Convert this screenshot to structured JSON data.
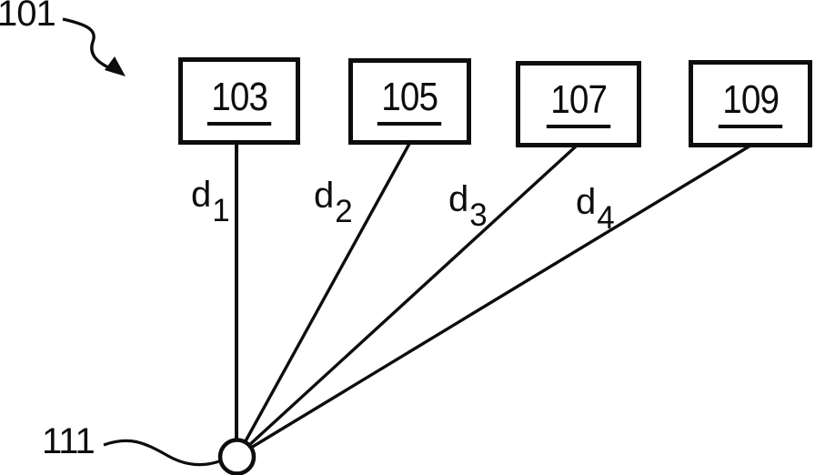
{
  "figure": {
    "background_color": "#ffffff",
    "ink_color": "#0d0d0d",
    "reference_top": {
      "label": "101"
    },
    "reference_node": {
      "label": "111"
    },
    "boxes": [
      {
        "label": "103"
      },
      {
        "label": "105"
      },
      {
        "label": "107"
      },
      {
        "label": "109"
      }
    ],
    "distance_labels": [
      {
        "base": "d",
        "sub": "1"
      },
      {
        "base": "d",
        "sub": "2"
      },
      {
        "base": "d",
        "sub": "3"
      },
      {
        "base": "d",
        "sub": "4"
      }
    ]
  }
}
